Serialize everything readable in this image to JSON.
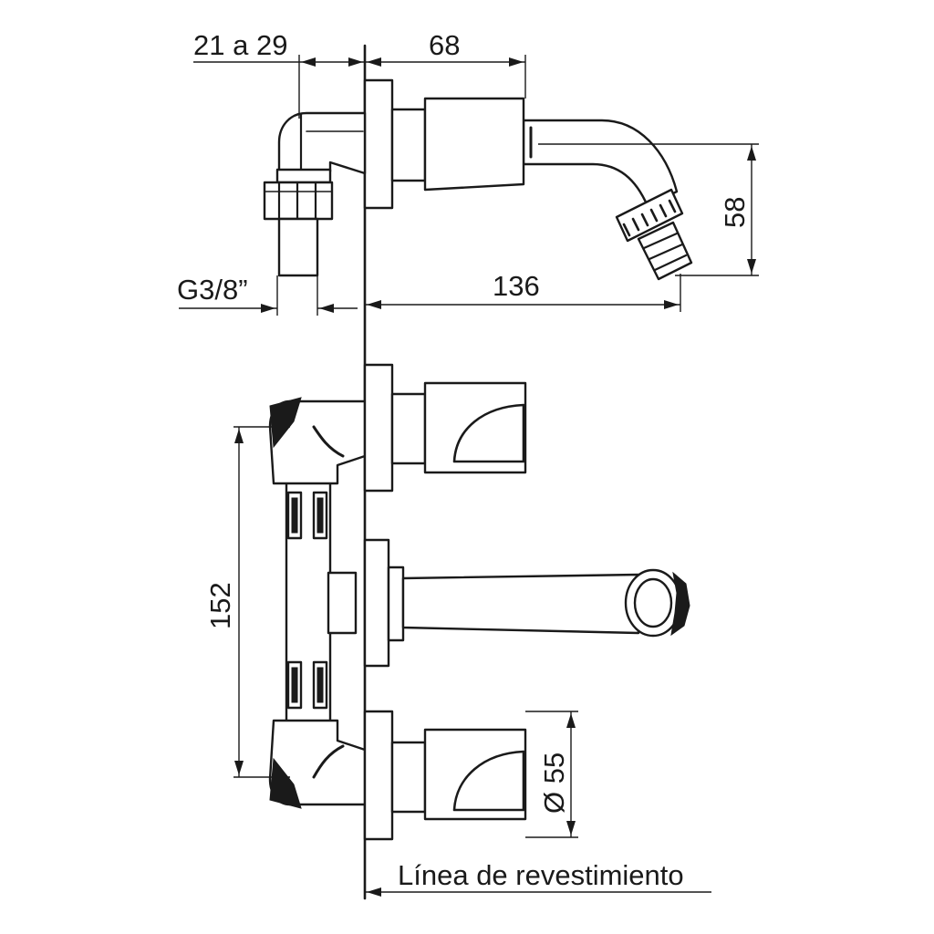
{
  "dimensions": {
    "inlet_depth": "21 a 29",
    "body_length": "68",
    "spout_drop": "58",
    "thread": "G3/8”",
    "total_projection": "136",
    "centre_distance": "152",
    "handle_diameter": "Ø 55"
  },
  "wall_line_label": "Línea de revestimiento"
}
